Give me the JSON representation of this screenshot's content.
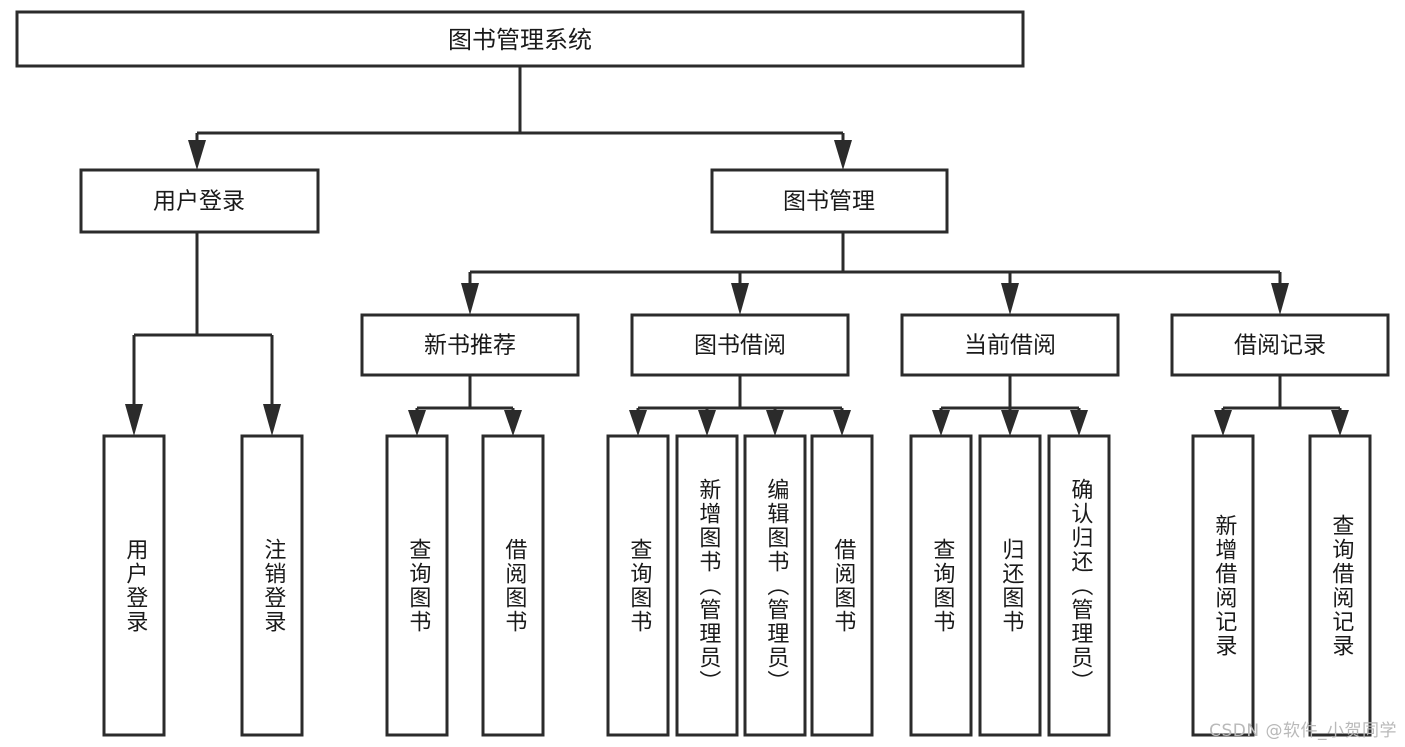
{
  "diagram": {
    "type": "tree-hierarchy",
    "orientation": "top-down",
    "title": "图书管理系统",
    "watermark": "CSDN @软件_小贺同学",
    "colors": {
      "stroke": "#2b2b2b",
      "fill": "#ffffff",
      "text": "#1a1a1a",
      "watermark": "#b9b9b9",
      "background": "#ffffff"
    },
    "root": {
      "id": "root",
      "label": "图书管理系统",
      "orientation": "horizontal"
    },
    "level2": [
      {
        "id": "user-login",
        "label": "用户登录",
        "orientation": "horizontal"
      },
      {
        "id": "book-management",
        "label": "图书管理",
        "orientation": "horizontal"
      }
    ],
    "level3": [
      {
        "id": "new-book-recommend",
        "label": "新书推荐",
        "parent": "book-management",
        "orientation": "horizontal"
      },
      {
        "id": "book-borrow",
        "label": "图书借阅",
        "parent": "book-management",
        "orientation": "horizontal"
      },
      {
        "id": "current-borrow",
        "label": "当前借阅",
        "parent": "book-management",
        "orientation": "horizontal"
      },
      {
        "id": "borrow-record",
        "label": "借阅记录",
        "parent": "book-management",
        "orientation": "horizontal"
      }
    ],
    "leaves": [
      {
        "id": "leaf-user-login",
        "label": "用户登录",
        "parent": "user-login",
        "orientation": "vertical"
      },
      {
        "id": "leaf-logout",
        "label": "注销登录",
        "parent": "user-login",
        "orientation": "vertical"
      },
      {
        "id": "leaf-query-book-1",
        "label": "查询图书",
        "parent": "new-book-recommend",
        "orientation": "vertical"
      },
      {
        "id": "leaf-borrow-book-1",
        "label": "借阅图书",
        "parent": "new-book-recommend",
        "orientation": "vertical"
      },
      {
        "id": "leaf-query-book-2",
        "label": "查询图书",
        "parent": "book-borrow",
        "orientation": "vertical"
      },
      {
        "id": "leaf-add-book",
        "label": "新增图书（管理员）",
        "parent": "book-borrow",
        "orientation": "vertical"
      },
      {
        "id": "leaf-edit-book",
        "label": "编辑图书（管理员）",
        "parent": "book-borrow",
        "orientation": "vertical"
      },
      {
        "id": "leaf-borrow-book-2",
        "label": "借阅图书",
        "parent": "book-borrow",
        "orientation": "vertical"
      },
      {
        "id": "leaf-query-book-3",
        "label": "查询图书",
        "parent": "current-borrow",
        "orientation": "vertical"
      },
      {
        "id": "leaf-return-book",
        "label": "归还图书",
        "parent": "current-borrow",
        "orientation": "vertical"
      },
      {
        "id": "leaf-confirm-return",
        "label": "确认归还（管理员）",
        "parent": "current-borrow",
        "orientation": "vertical"
      },
      {
        "id": "leaf-add-record",
        "label": "新增借阅记录",
        "parent": "borrow-record",
        "orientation": "vertical"
      },
      {
        "id": "leaf-query-record",
        "label": "查询借阅记录",
        "parent": "borrow-record",
        "orientation": "vertical"
      }
    ]
  }
}
